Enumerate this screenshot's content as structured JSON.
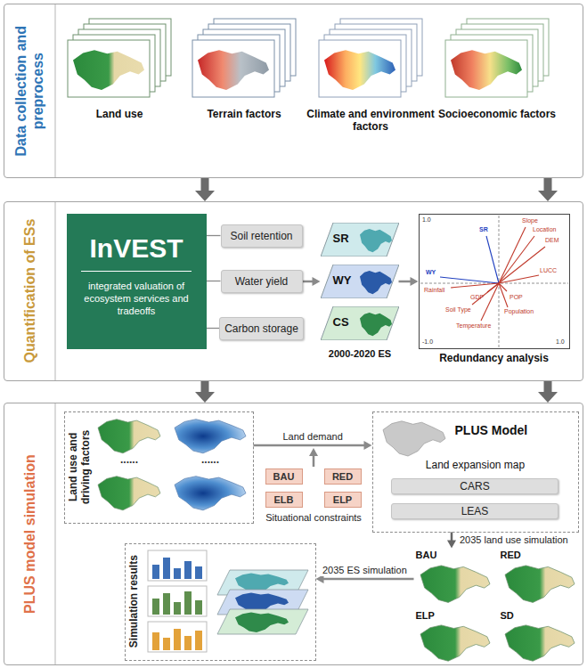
{
  "diagram": {
    "nodes": [
      {
        "text": [
          "Data collection and preprocess"
        ]
      },
      {
        "text": [
          "Quantification of ESs"
        ]
      },
      {
        "text": [
          "InVEST",
          "integrated valuation of ecosystem services and tradeoffs"
        ],
        "in": 1
      },
      {
        "text": [
          "Soil retention"
        ],
        "in": 1
      },
      {
        "text": [
          "Water yield"
        ],
        "in": 1
      },
      {
        "text": [
          "Carbon storage"
        ],
        "in": 1
      },
      {
        "text": [
          "SR"
        ],
        "in": 1
      },
      {
        "text": [
          "WY"
        ],
        "in": 1
      },
      {
        "text": [
          "CS"
        ],
        "in": 1
      },
      {
        "text": [
          "Redundancy analysis"
        ],
        "in": 1
      },
      {
        "text": [
          "PLUS model simulation"
        ]
      },
      {
        "text": [
          "Land use and driving factors"
        ],
        "in": 10
      },
      {
        "text": [
          "BAU"
        ],
        "in": 10
      },
      {
        "text": [
          "RED"
        ],
        "in": 10
      },
      {
        "text": [
          "ELB"
        ],
        "in": 10
      },
      {
        "text": [
          "ELP"
        ],
        "in": 10
      },
      {
        "text": [
          "PLUS Model",
          "Land expansion map"
        ],
        "in": 10
      },
      {
        "text": [
          "CARS"
        ],
        "in": 16
      },
      {
        "text": [
          "LEAS"
        ],
        "in": 16
      },
      {
        "text": [
          "Simulation results"
        ],
        "in": 10
      },
      {
        "text": [
          "BAU"
        ],
        "in": 10
      },
      {
        "text": [
          "RED"
        ],
        "in": 10
      },
      {
        "text": [
          "ELP"
        ],
        "in": 10
      },
      {
        "text": [
          "SD"
        ],
        "in": 10
      }
    ],
    "edges": [
      {
        "from": 0,
        "to": 1,
        "arrow": "to"
      },
      {
        "from": 0,
        "to": 1,
        "arrow": "to"
      },
      {
        "from": 1,
        "to": 10,
        "arrow": "to"
      },
      {
        "from": 1,
        "to": 10,
        "arrow": "to"
      },
      {
        "from": 2,
        "to": 3,
        "arrow": "none"
      },
      {
        "from": 2,
        "to": 4,
        "arrow": "none"
      },
      {
        "from": 2,
        "to": 5,
        "arrow": "none"
      },
      {
        "from": 4,
        "to": 7,
        "arrow": "to"
      },
      {
        "from": 7,
        "to": 9,
        "arrow": "to"
      },
      {
        "from": 11,
        "to": 16,
        "arrow": "to",
        "label": "Land demand"
      },
      {
        "from": 16,
        "to": 20,
        "arrow": "to",
        "label": "2035 land use simulation"
      },
      {
        "from": 20,
        "to": 19,
        "arrow": "to",
        "label": "2035 ES simulation"
      }
    ],
    "labels": [
      "Land use",
      "Terrain factors",
      "Climate and environment factors",
      "Socioeconomic factors",
      "2000-2020 ES",
      "1.0",
      "-1.0",
      "1.0",
      "SR",
      "WY",
      "Rainfall",
      "Slope",
      "Location",
      "DEM",
      "LUCC",
      "GDP",
      "POP",
      "Soil Type",
      "Population",
      "Temperature",
      "......",
      "......",
      "Situational constraints"
    ]
  }
}
